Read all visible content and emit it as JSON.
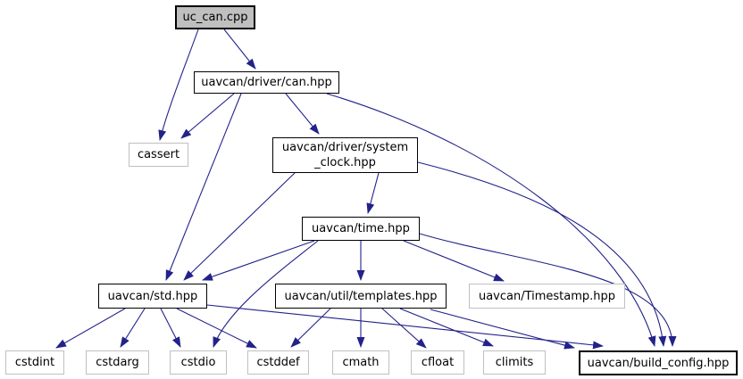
{
  "diagram": {
    "kind": "include-dependency-graph",
    "edge_color": "#22228a",
    "root_fill": "#bfbfbf",
    "nodes": [
      {
        "id": "uc_can_cpp",
        "label": "uc_can.cpp"
      },
      {
        "id": "can_hpp",
        "label": "uavcan/driver/can.hpp"
      },
      {
        "id": "cassert",
        "label": "cassert"
      },
      {
        "id": "system_clock_hpp",
        "label": "uavcan/driver/system_clock.hpp",
        "lines": [
          "uavcan/driver/system",
          "_clock.hpp"
        ]
      },
      {
        "id": "time_hpp",
        "label": "uavcan/time.hpp"
      },
      {
        "id": "std_hpp",
        "label": "uavcan/std.hpp"
      },
      {
        "id": "templates_hpp",
        "label": "uavcan/util/templates.hpp"
      },
      {
        "id": "timestamp_hpp",
        "label": "uavcan/Timestamp.hpp"
      },
      {
        "id": "cstdint",
        "label": "cstdint"
      },
      {
        "id": "cstdarg",
        "label": "cstdarg"
      },
      {
        "id": "cstdio",
        "label": "cstdio"
      },
      {
        "id": "cstddef",
        "label": "cstddef"
      },
      {
        "id": "cmath",
        "label": "cmath"
      },
      {
        "id": "cfloat",
        "label": "cfloat"
      },
      {
        "id": "climits",
        "label": "climits"
      },
      {
        "id": "build_config_hpp",
        "label": "uavcan/build_config.hpp"
      }
    ],
    "edges": [
      {
        "from": "uc_can.cpp",
        "to": "uavcan/driver/can.hpp"
      },
      {
        "from": "uc_can.cpp",
        "to": "cassert"
      },
      {
        "from": "uavcan/driver/can.hpp",
        "to": "cassert"
      },
      {
        "from": "uavcan/driver/can.hpp",
        "to": "uavcan/driver/system_clock.hpp"
      },
      {
        "from": "uavcan/driver/can.hpp",
        "to": "uavcan/std.hpp"
      },
      {
        "from": "uavcan/driver/can.hpp",
        "to": "uavcan/build_config.hpp"
      },
      {
        "from": "uavcan/driver/system_clock.hpp",
        "to": "uavcan/time.hpp"
      },
      {
        "from": "uavcan/driver/system_clock.hpp",
        "to": "uavcan/std.hpp"
      },
      {
        "from": "uavcan/driver/system_clock.hpp",
        "to": "uavcan/build_config.hpp"
      },
      {
        "from": "uavcan/time.hpp",
        "to": "uavcan/std.hpp"
      },
      {
        "from": "uavcan/time.hpp",
        "to": "uavcan/util/templates.hpp"
      },
      {
        "from": "uavcan/time.hpp",
        "to": "uavcan/Timestamp.hpp"
      },
      {
        "from": "uavcan/time.hpp",
        "to": "uavcan/build_config.hpp"
      },
      {
        "from": "uavcan/time.hpp",
        "to": "cstdio"
      },
      {
        "from": "uavcan/std.hpp",
        "to": "cstdint"
      },
      {
        "from": "uavcan/std.hpp",
        "to": "cstdarg"
      },
      {
        "from": "uavcan/std.hpp",
        "to": "cstdio"
      },
      {
        "from": "uavcan/std.hpp",
        "to": "cstddef"
      },
      {
        "from": "uavcan/std.hpp",
        "to": "uavcan/build_config.hpp"
      },
      {
        "from": "uavcan/util/templates.hpp",
        "to": "cstddef"
      },
      {
        "from": "uavcan/util/templates.hpp",
        "to": "cmath"
      },
      {
        "from": "uavcan/util/templates.hpp",
        "to": "cfloat"
      },
      {
        "from": "uavcan/util/templates.hpp",
        "to": "climits"
      },
      {
        "from": "uavcan/util/templates.hpp",
        "to": "uavcan/build_config.hpp"
      }
    ]
  }
}
